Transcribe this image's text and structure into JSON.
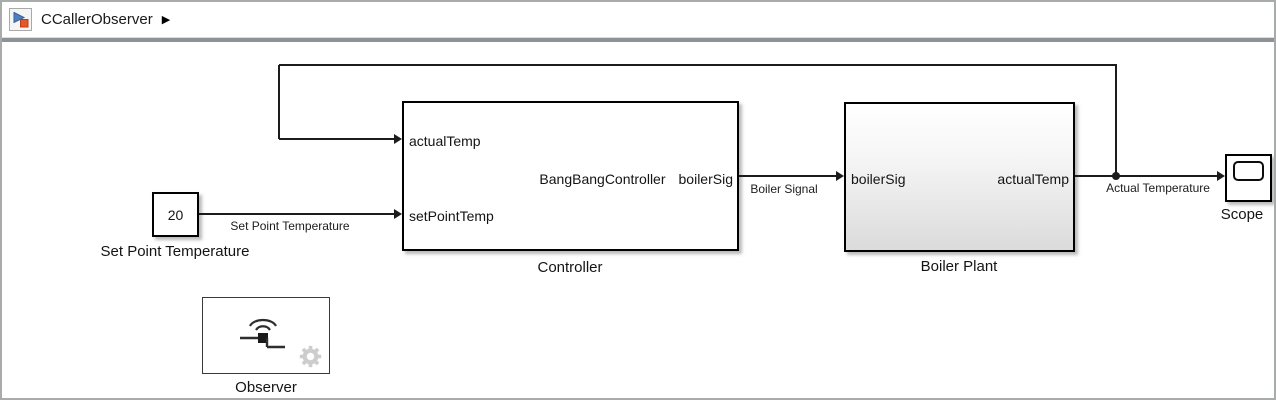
{
  "window": {
    "title_bar": {
      "breadcrumb": "CCallerObserver",
      "breadcrumb_arrow": "▶"
    }
  },
  "diagram": {
    "blocks": {
      "set_point_constant": {
        "value": "20",
        "name": "Set Point Temperature"
      },
      "controller": {
        "name": "Controller",
        "function_name": "BangBangController",
        "inputs": [
          "actualTemp",
          "setPointTemp"
        ],
        "outputs": [
          "boilerSig"
        ]
      },
      "boiler_plant": {
        "name": "Boiler Plant",
        "inputs": [
          "boilerSig"
        ],
        "outputs": [
          "actualTemp"
        ]
      },
      "scope": {
        "name": "Scope"
      },
      "observer": {
        "name": "Observer"
      }
    },
    "signal_labels": {
      "set_point": "Set Point Temperature",
      "boiler_signal": "Boiler Signal",
      "actual_temperature": "Actual Temperature"
    },
    "colors": {
      "wire": "#1c1c1c",
      "block_border": "#000000",
      "block_shadow": "#828282",
      "boiler_gradient_bottom": "#dbdbdb",
      "gear_icon": "#cdcdcd",
      "model_icon_blue": "#4f81c2",
      "model_icon_orange": "#e2582a",
      "titlebar_separator": "#8f9294"
    }
  }
}
